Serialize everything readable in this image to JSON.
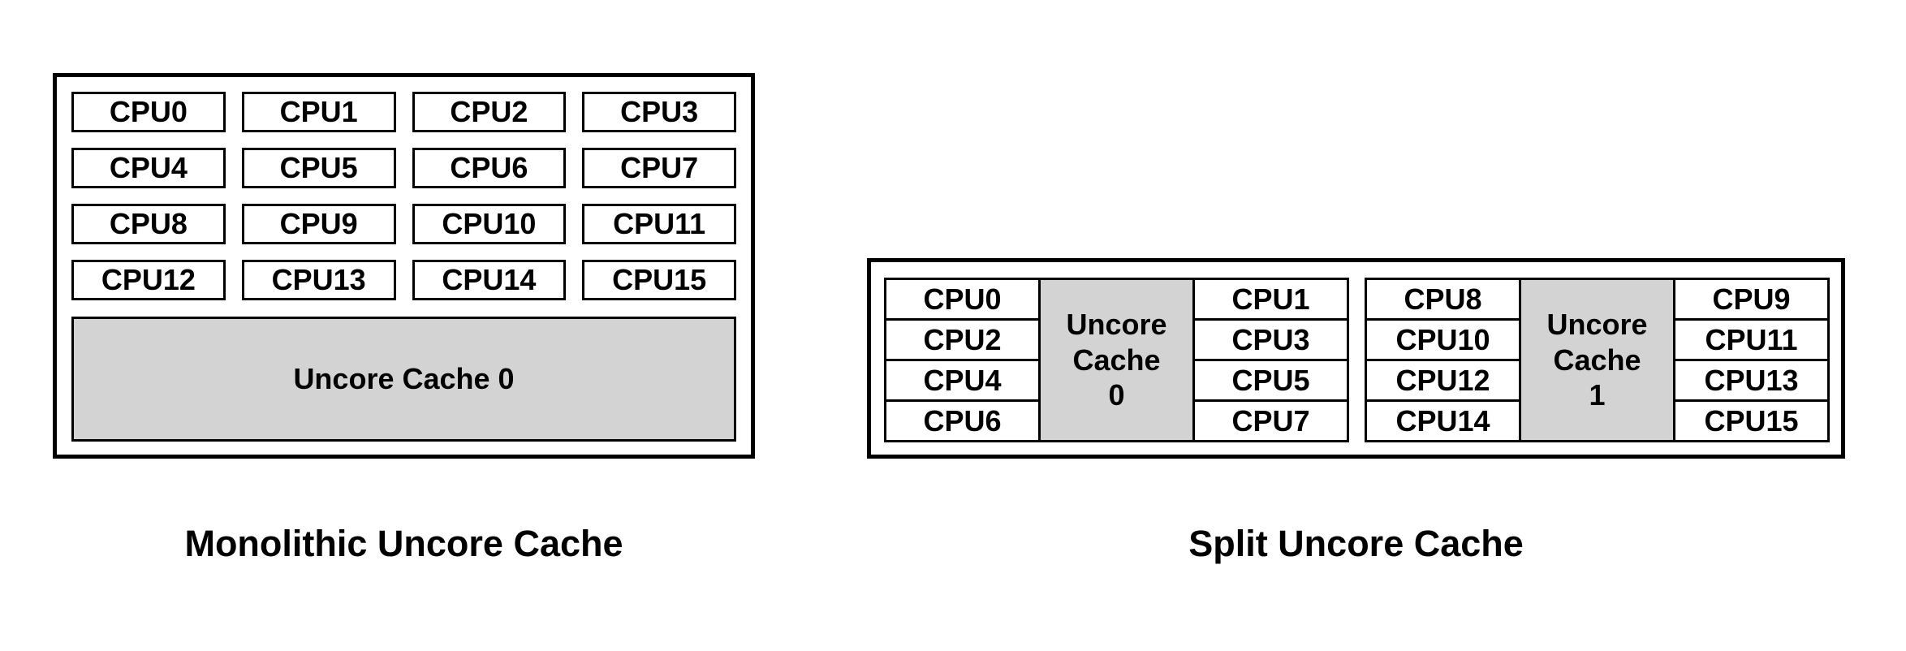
{
  "monolithic": {
    "caption": "Monolithic Uncore Cache",
    "cpus": [
      "CPU0",
      "CPU1",
      "CPU2",
      "CPU3",
      "CPU4",
      "CPU5",
      "CPU6",
      "CPU7",
      "CPU8",
      "CPU9",
      "CPU10",
      "CPU11",
      "CPU12",
      "CPU13",
      "CPU14",
      "CPU15"
    ],
    "cache": "Uncore Cache 0"
  },
  "split": {
    "caption": "Split Uncore Cache",
    "groups": [
      {
        "left_column": [
          "CPU0",
          "CPU2",
          "CPU4",
          "CPU6"
        ],
        "cache": "Uncore\nCache\n0",
        "right_column": [
          "CPU1",
          "CPU3",
          "CPU5",
          "CPU7"
        ]
      },
      {
        "left_column": [
          "CPU8",
          "CPU10",
          "CPU12",
          "CPU14"
        ],
        "cache": "Uncore\nCache\n1",
        "right_column": [
          "CPU9",
          "CPU11",
          "CPU13",
          "CPU15"
        ]
      }
    ]
  },
  "colors": {
    "border": "#000000",
    "text": "#000000",
    "cache_fill": "#d3d3d3",
    "background": "#ffffff"
  }
}
